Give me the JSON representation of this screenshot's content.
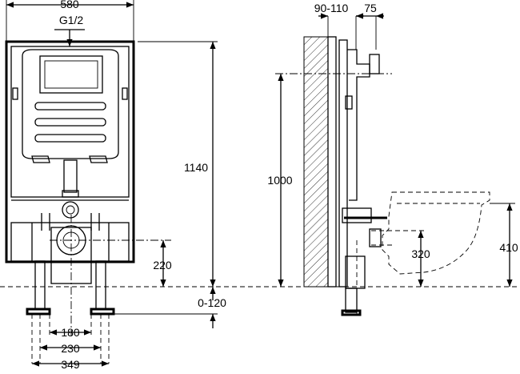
{
  "front_view": {
    "width_top": "580",
    "inlet": "G1/2",
    "height_total": "1140",
    "drain_height": "220",
    "foot_adjust": "0-120",
    "feet_inner": "180",
    "feet_mid": "230",
    "feet_outer": "349"
  },
  "side_view": {
    "wall_depth": "90-110",
    "depth_top": "75",
    "height_axis": "1000",
    "outlet_height": "320",
    "bowl_height": "410"
  }
}
